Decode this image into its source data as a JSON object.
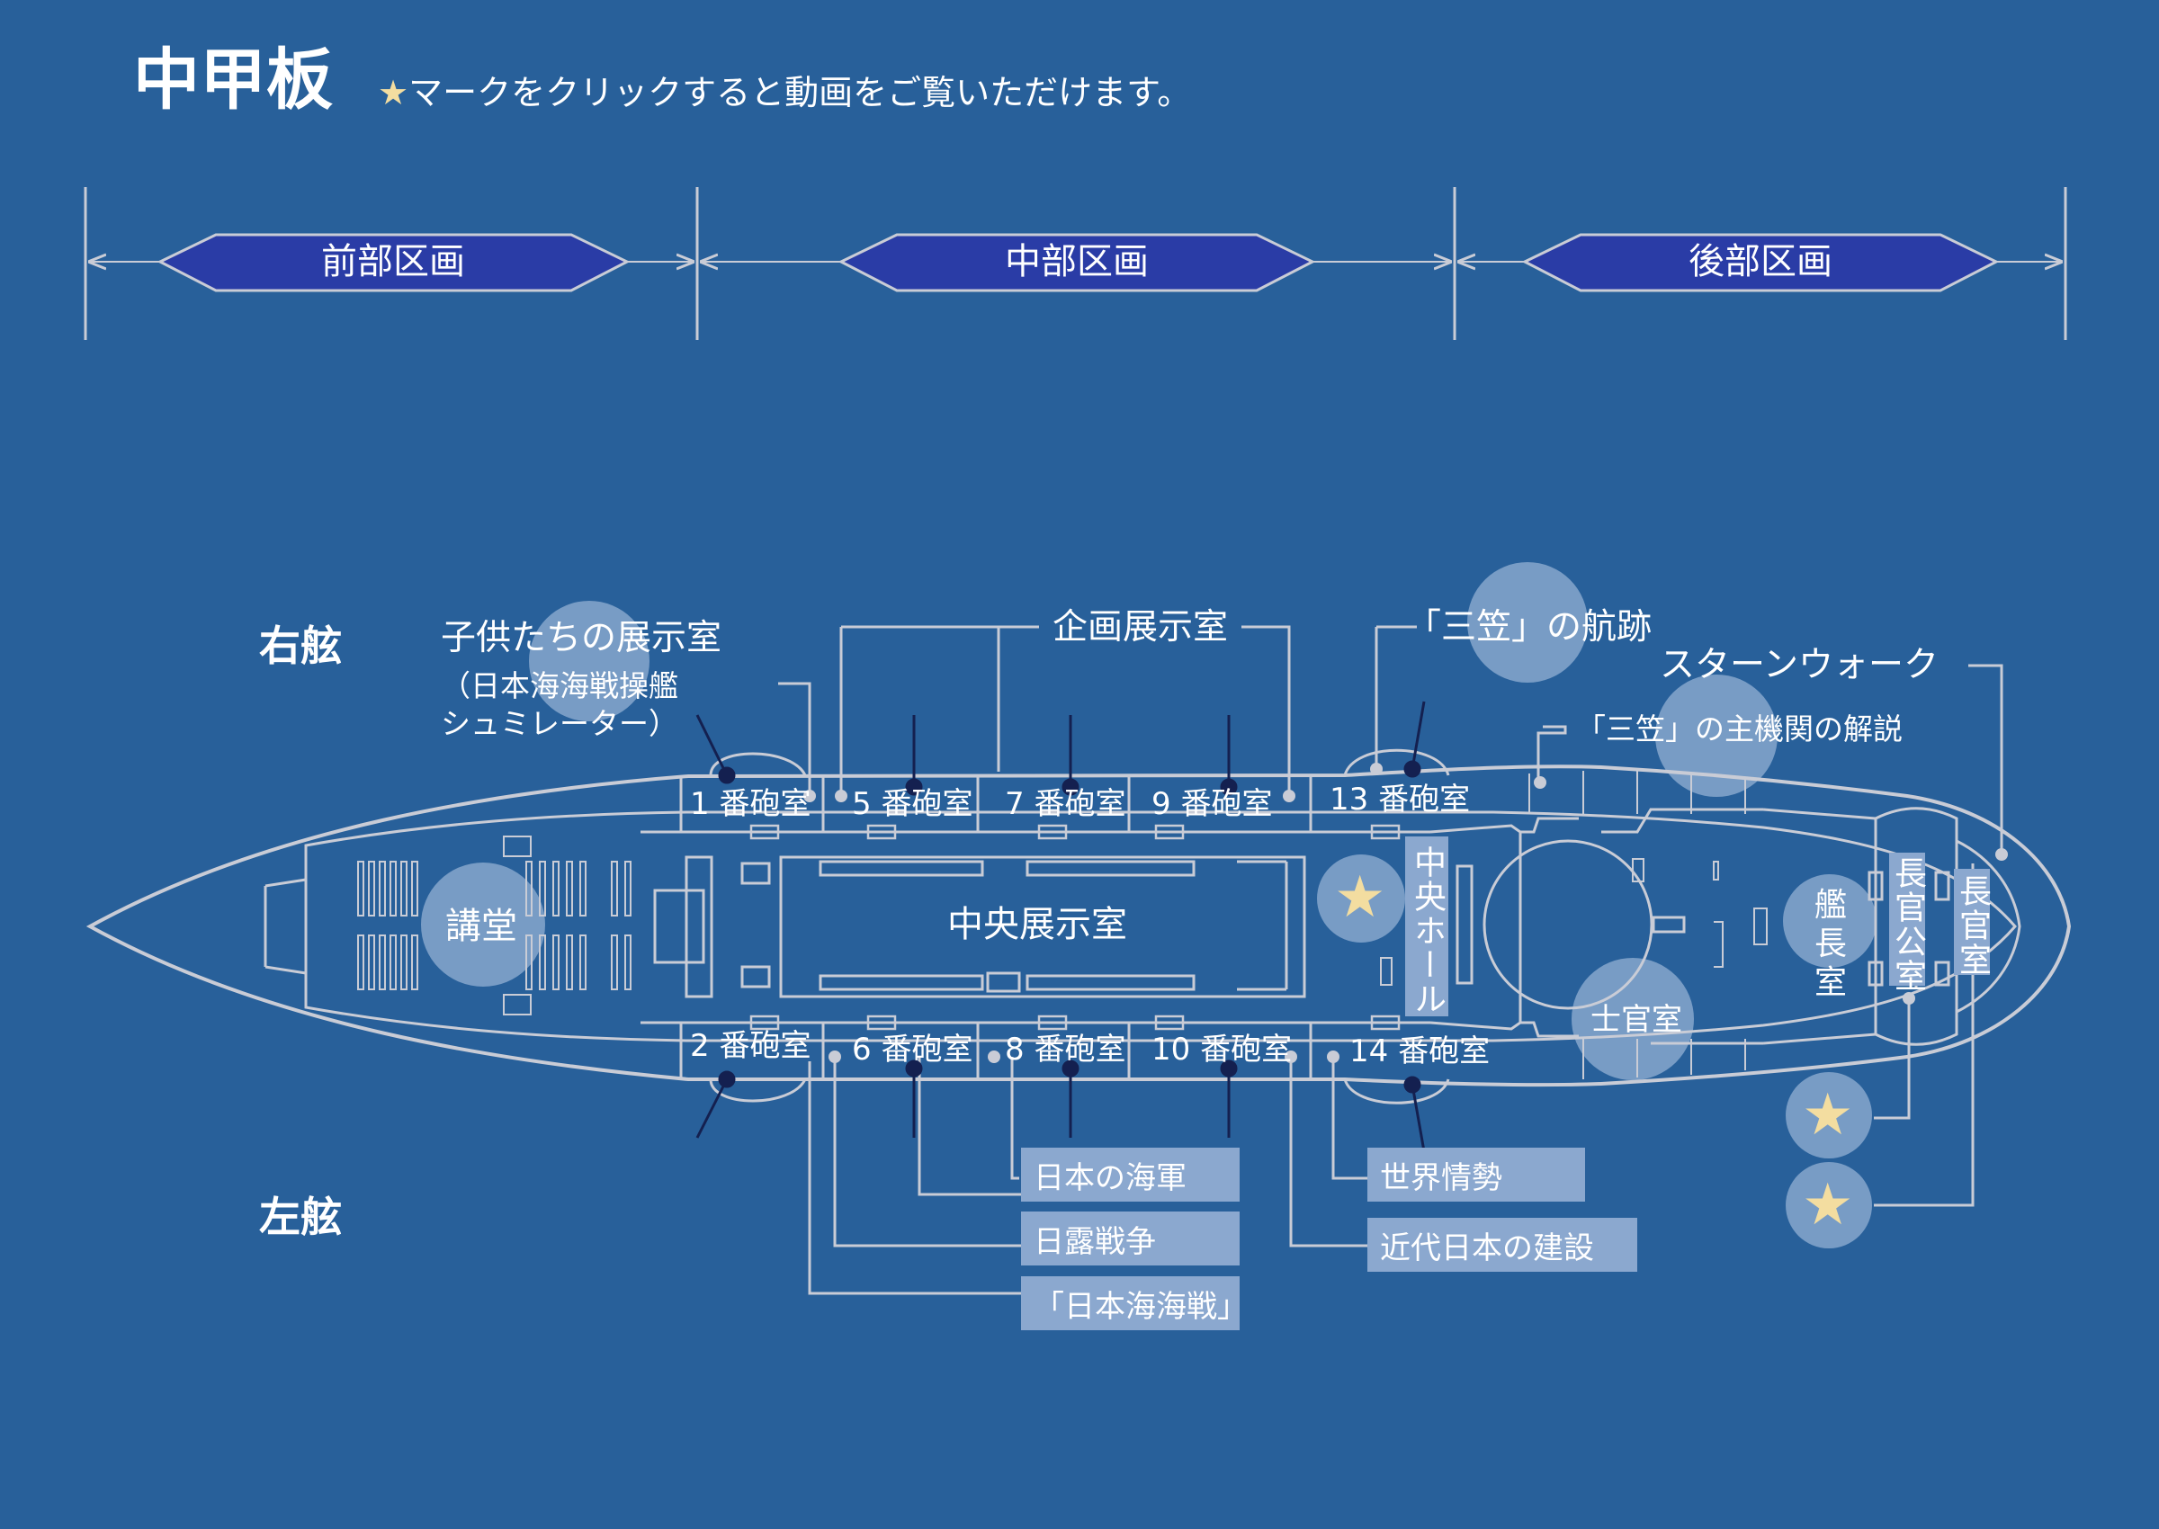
{
  "header": {
    "title": "中甲板",
    "instruction_star": "★",
    "instruction_text": "マークをクリックすると動画をご覧いただけます。"
  },
  "sections": {
    "front": "前部区画",
    "middle": "中部区画",
    "rear": "後部区画"
  },
  "sides": {
    "starboard": "右舷",
    "port": "左舷"
  },
  "rooms": {
    "lecture_hall": "講堂",
    "central_exhibit": "中央展示室",
    "gun_1": "1 番砲室",
    "gun_2": "2 番砲室",
    "gun_5": "5 番砲室",
    "gun_6": "6 番砲室",
    "gun_7": "7 番砲室",
    "gun_8": "8 番砲室",
    "gun_9": "9 番砲室",
    "gun_10": "10 番砲室",
    "gun_13": "13 番砲室",
    "gun_14": "14 番砲室",
    "central_hall": "中央ホール",
    "wardroom": "士官室",
    "captain": "艦長室",
    "chief_office": "長官公室",
    "chief_room": "長官室"
  },
  "exhibits": {
    "children_title": "子供たちの展示室",
    "children_sub1": "（日本海海戦操艦",
    "children_sub2": "シュミレーター）",
    "planning": "企画展示室",
    "voyage": "「三笠」の航跡",
    "stern_walk": "スターンウォーク",
    "engine": "「三笠」の主機関の解説"
  },
  "port_tags": {
    "navy": "日本の海軍",
    "russo_war": "日露戦争",
    "tsushima": "「日本海海戦」",
    "world": "世界情勢",
    "modern": "近代日本の建設"
  },
  "video_markers": [
    {
      "name": "central-hall-video",
      "symbol": "★"
    },
    {
      "name": "stern-video-1",
      "symbol": "★"
    },
    {
      "name": "stern-video-2",
      "symbol": "★"
    }
  ],
  "colors": {
    "background": "#28609a",
    "outline": "#c9ccd6",
    "section_banner": "#2a3ca6",
    "highlight_circle": "#a9c2e0",
    "tag_background": "#8ba8cf",
    "star": "#f3dda0",
    "marker": "#142050"
  }
}
